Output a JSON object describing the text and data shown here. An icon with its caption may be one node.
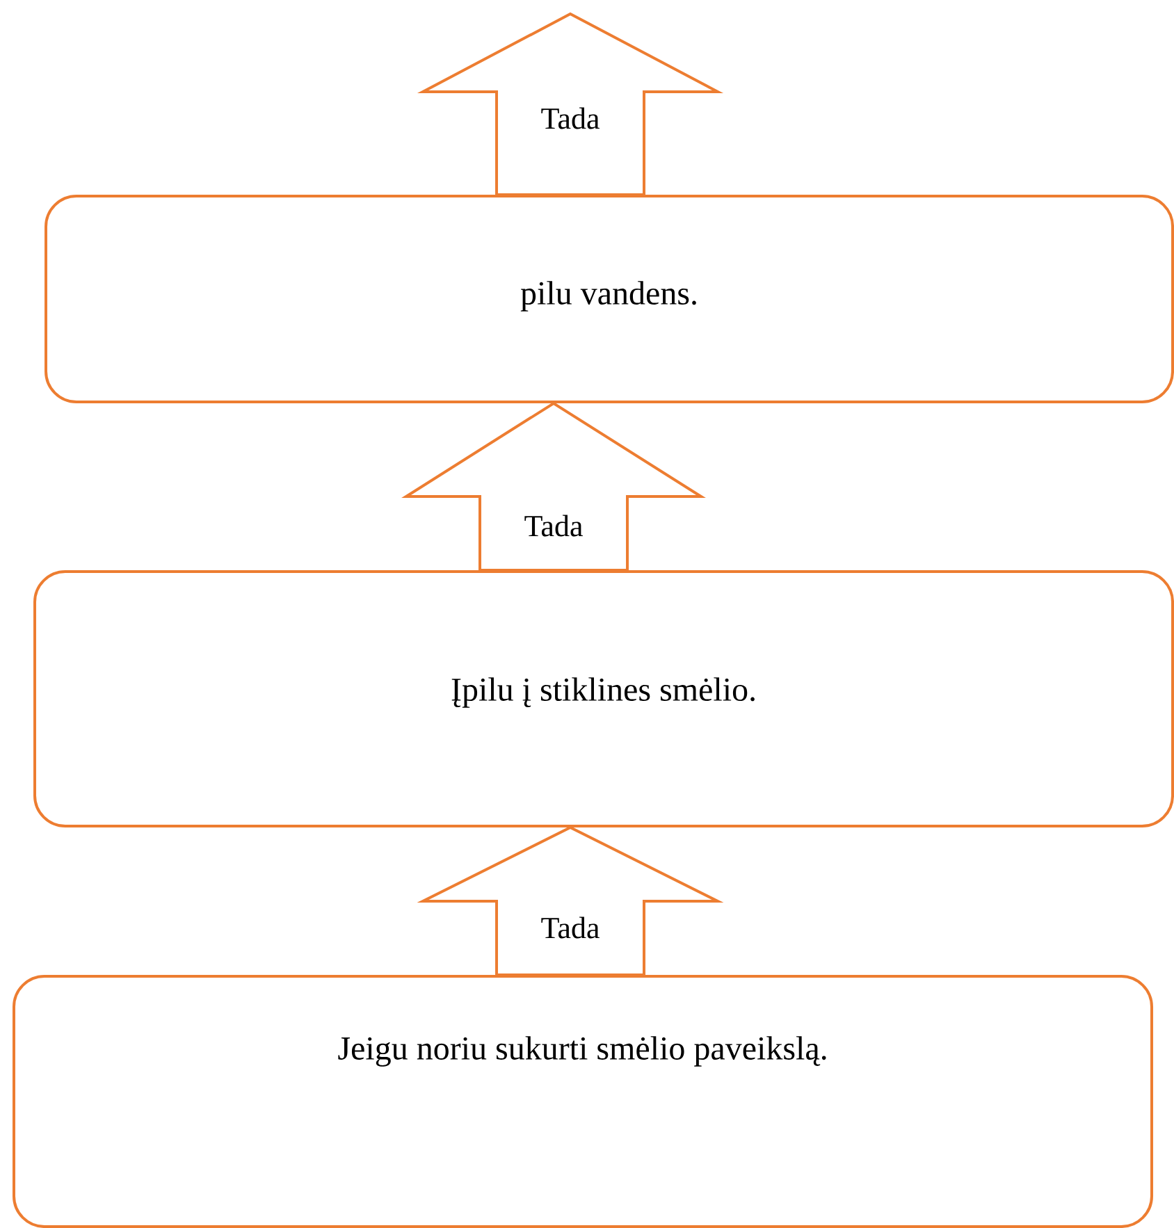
{
  "diagram": {
    "nodes": [
      {
        "text": [
          "pilu vandens."
        ]
      },
      {
        "text": [
          "Įpilu į stiklines smėlio."
        ]
      },
      {
        "text": [
          "Jeigu noriu sukurti smėlio paveikslą."
        ]
      }
    ],
    "edges": [
      {
        "from": 0,
        "to": null,
        "arrow": "to",
        "label": "Tada"
      },
      {
        "from": 1,
        "to": 0,
        "arrow": "to",
        "label": "Tada"
      },
      {
        "from": 2,
        "to": 1,
        "arrow": "to",
        "label": "Tada"
      }
    ]
  }
}
